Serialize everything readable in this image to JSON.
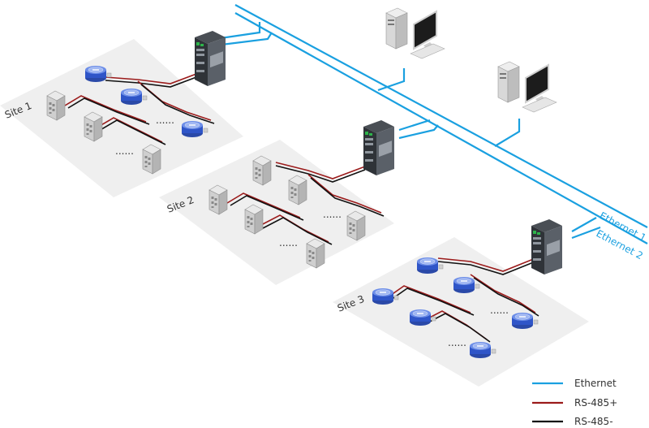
{
  "sites": [
    {
      "label": "Site 1",
      "device": "meter-and-meter-box"
    },
    {
      "label": "Site 2",
      "device": "meter-box"
    },
    {
      "label": "Site 3",
      "device": "meter"
    }
  ],
  "network": {
    "ethernet_1": "Ethernet 1",
    "ethernet_2": "Ethernet 2"
  },
  "ellipsis": "......",
  "legend": [
    {
      "label": "Ethernet",
      "color": "#1aa0e0"
    },
    {
      "label": "RS-485+",
      "color": "#9b1b1b"
    },
    {
      "label": "RS-485-",
      "color": "#111111"
    }
  ],
  "icons": {
    "gateway": "moxa-gateway-icon",
    "computer": "desktop-computer-icon",
    "meter": "water-meter-icon",
    "box": "meter-box-icon"
  }
}
